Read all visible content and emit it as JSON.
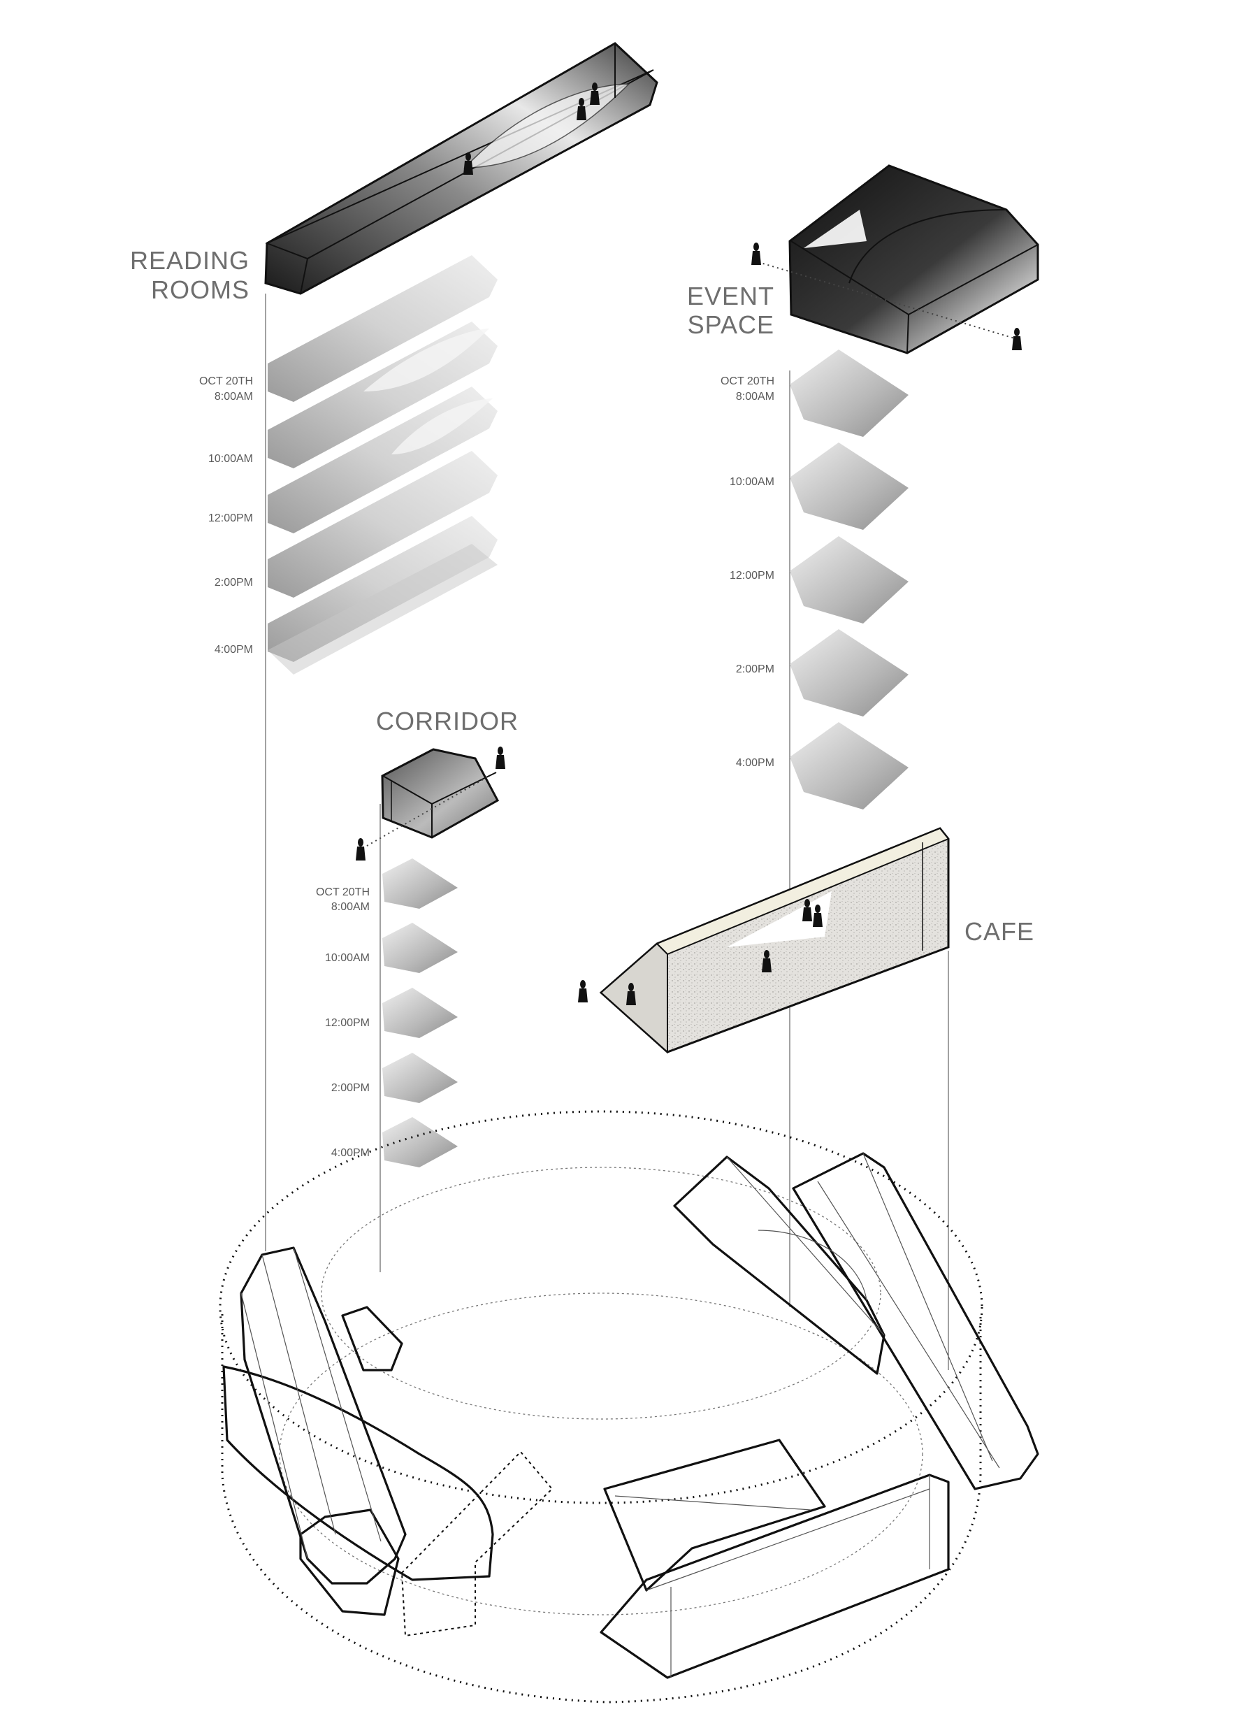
{
  "labels": {
    "reading_rooms": [
      "READING",
      "ROOMS"
    ],
    "event_space": [
      "EVENT",
      "SPACE"
    ],
    "corridor": "CORRIDOR",
    "cafe": "CAFE"
  },
  "reading_rooms_times": [
    "OCT 20TH",
    "8:00AM",
    "10:00AM",
    "12:00PM",
    "2:00PM",
    "4:00PM"
  ],
  "event_space_times": [
    "OCT 20TH",
    "8:00AM",
    "10:00AM",
    "12:00PM",
    "2:00PM",
    "4:00PM"
  ],
  "corridor_times": [
    "OCT 20TH",
    "8:00AM",
    "10:00AM",
    "12:00PM",
    "2:00PM",
    "4:00PM"
  ],
  "colors": {
    "ink": "#111111",
    "label": "#6e6e6e",
    "shadow_dark": "#2a2a2a",
    "shadow_light": "#d6d6d6",
    "cafe_wall": "#f2efe0"
  }
}
